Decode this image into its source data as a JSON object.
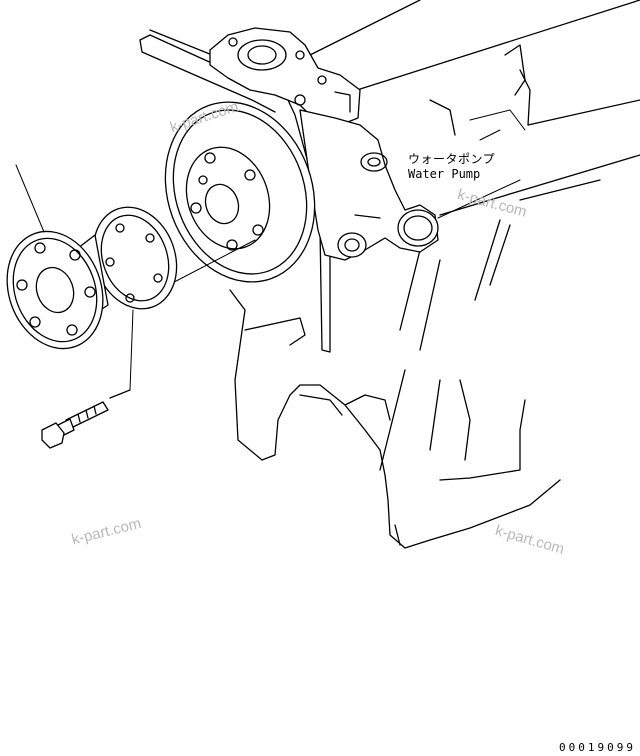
{
  "callout": {
    "part_name_jp": "ウォータポンプ",
    "part_name_en": "Water Pump"
  },
  "watermarks": [
    "k-part.com",
    "k-part.com",
    "k-part.com",
    "k-part.com"
  ],
  "reference_code": "00019099"
}
